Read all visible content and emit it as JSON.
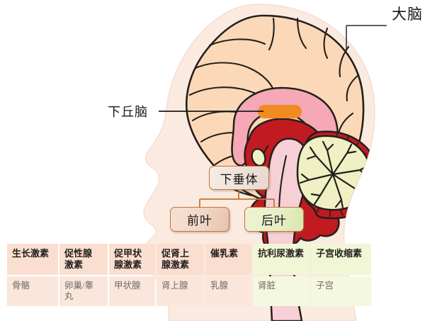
{
  "diagram": {
    "title_alt": "下丘脑-垂体内分泌示意图",
    "callouts": [
      {
        "id": "cerebrum",
        "text": "大脑"
      },
      {
        "id": "hypothalamus",
        "text": "下丘脑"
      }
    ],
    "boxes": [
      {
        "id": "pituitary",
        "text": "下垂体",
        "color": "#efe4dc",
        "border": "#c4733a"
      },
      {
        "id": "anterior",
        "text": "前叶",
        "color": "#f2d6c6",
        "border": "#c4733a"
      },
      {
        "id": "posterior",
        "text": "后叶",
        "color": "#e8efc6",
        "border": "#c4733a"
      }
    ],
    "anatomy": {
      "skin": "#fbeadf",
      "cerebrum": "#fbd9b8",
      "corpus_callosum": "#f6a8b6",
      "brainstem_red": "#c21a21",
      "hypothalamus_marker": "#f08a21",
      "pons_pink": "#f7cfd6",
      "cerebellum": "#eff0c4",
      "outline": "#23201c"
    }
  },
  "table": {
    "columns": [
      {
        "hormone": "生长激素",
        "target": "骨骼",
        "lobe": "anterior"
      },
      {
        "hormone": "促性腺\n激素",
        "target": "卵巢/睾\n丸",
        "lobe": "anterior"
      },
      {
        "hormone": "促甲状\n腺激素",
        "target": "甲状腺",
        "lobe": "anterior"
      },
      {
        "hormone": "促肾上\n腺激素",
        "target": "肾上腺",
        "lobe": "anterior"
      },
      {
        "hormone": "催乳素",
        "target": "乳腺",
        "lobe": "anterior"
      },
      {
        "hormone": "抗利尿激素",
        "target": "肾脏",
        "lobe": "posterior"
      },
      {
        "hormone": "子宫收缩素",
        "target": "子宫",
        "lobe": "posterior"
      }
    ],
    "colors": {
      "anterior_header": "#fadfd0",
      "anterior_body": "#fbe6db",
      "posterior_header": "#f1f6d7",
      "posterior_body": "#f4f8df"
    }
  }
}
